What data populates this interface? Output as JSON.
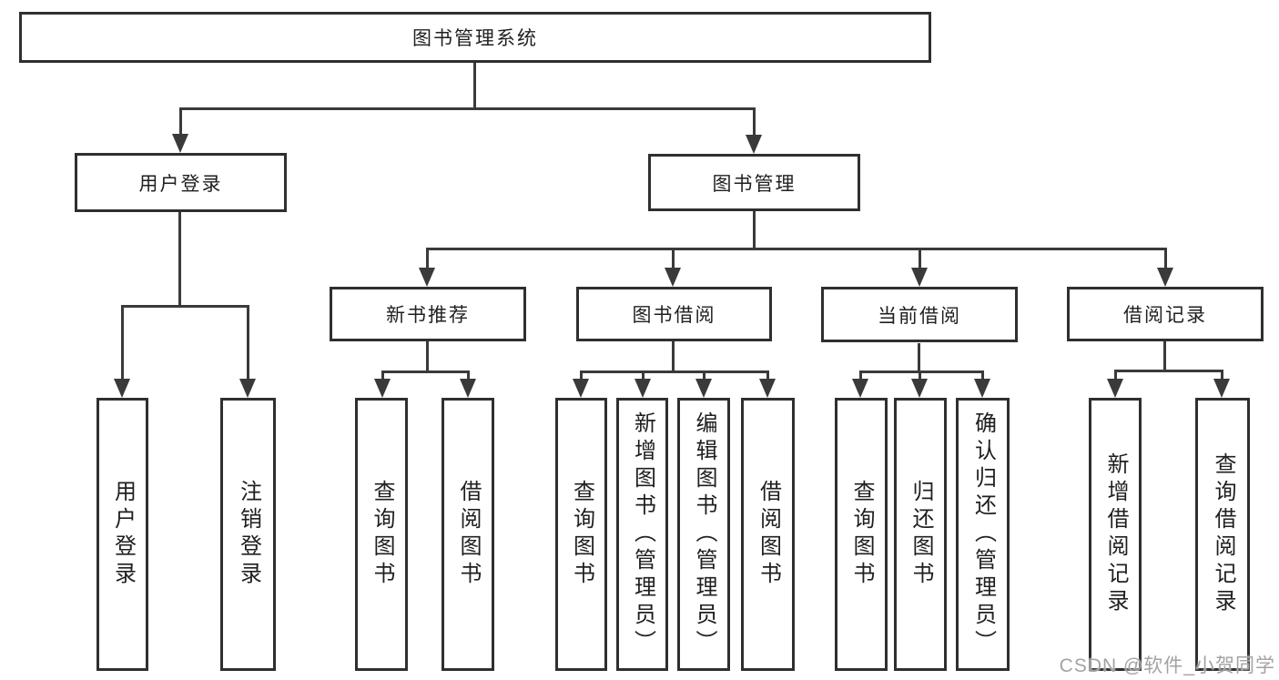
{
  "diagram": {
    "root": {
      "label": "图书管理系统"
    },
    "level2": {
      "user_login": {
        "label": "用户登录"
      },
      "book_mgmt": {
        "label": "图书管理"
      }
    },
    "level3": {
      "new_book_rec": {
        "label": "新书推荐"
      },
      "book_borrow": {
        "label": "图书借阅"
      },
      "current_borrow": {
        "label": "当前借阅"
      },
      "borrow_record": {
        "label": "借阅记录"
      }
    },
    "leaves": {
      "user_login_leaf": {
        "label": "用户登录"
      },
      "logout": {
        "label": "注销登录"
      },
      "rec_query_book": {
        "label": "查询图书"
      },
      "rec_borrow_book": {
        "label": "借阅图书"
      },
      "bb_query_book": {
        "label": "查询图书"
      },
      "bb_add_book": {
        "label": "新增图书（管理员）"
      },
      "bb_edit_book": {
        "label": "编辑图书（管理员）"
      },
      "bb_borrow_book": {
        "label": "借阅图书"
      },
      "cb_query_book": {
        "label": "查询图书"
      },
      "cb_return_book": {
        "label": "归还图书"
      },
      "cb_confirm_return": {
        "label": "确认归还（管理员）"
      },
      "br_add_record": {
        "label": "新增借阅记录"
      },
      "br_query_record": {
        "label": "查询借阅记录"
      }
    }
  },
  "watermark": {
    "text": "CSDN @软件_小贺同学"
  },
  "colors": {
    "background": "#ffffff",
    "line": "#3a3a3a",
    "border": "#2f2f2f",
    "text": "#1f1f1f",
    "watermark": "#a3a3a3"
  }
}
